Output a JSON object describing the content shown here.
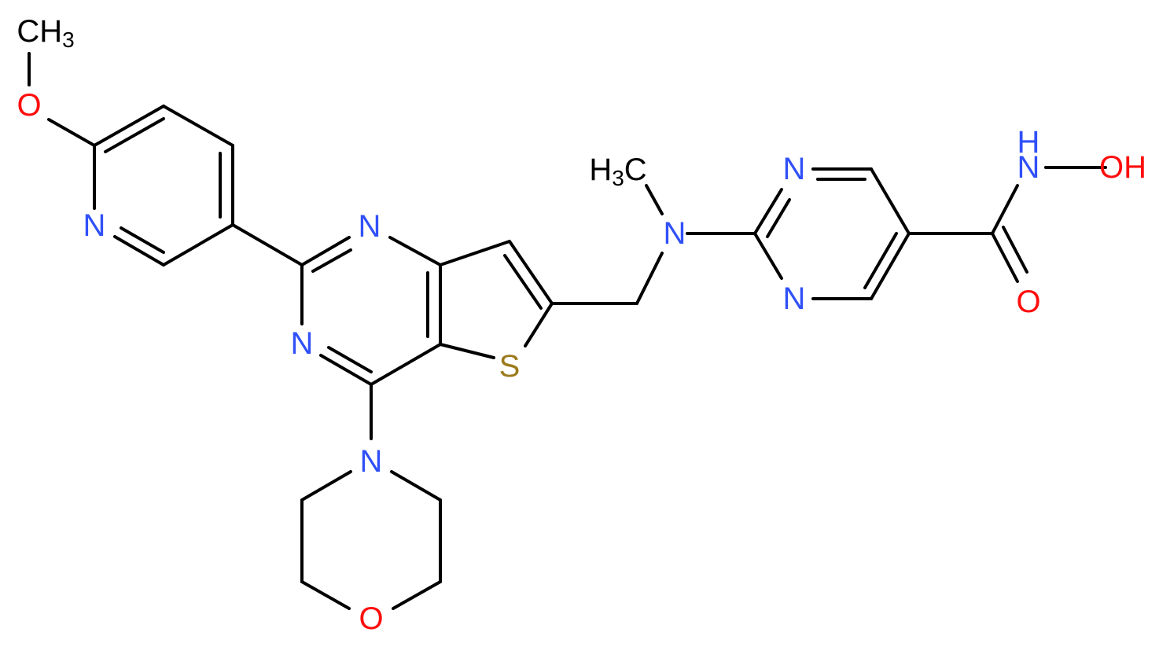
{
  "colors": {
    "bond": "#000000",
    "carbon_text": "#000000",
    "nitrogen": "#3050F8",
    "oxygen": "#FF0D0D",
    "sulfur": "#9C7A1C"
  },
  "atoms": {
    "methyl_top": "CH",
    "methyl_top_sub": "3",
    "methoxy_o": "O",
    "pyridine_n": "N",
    "pyrimidine_n_upper": "N",
    "pyrimidine_n_lower": "N",
    "thiophene_s": "S",
    "morpholine_n": "N",
    "morpholine_o": "O",
    "n_methyl_label": "H",
    "n_methyl_label_sub": "3",
    "n_methyl_label_c": "C",
    "amine_n": "N",
    "pyrimidine2_n_upper": "N",
    "pyrimidine2_n_lower": "N",
    "hydroxamic_nh_h": "H",
    "hydroxamic_n": "N",
    "hydroxamic_oh": "OH",
    "carbonyl_o": "O"
  }
}
